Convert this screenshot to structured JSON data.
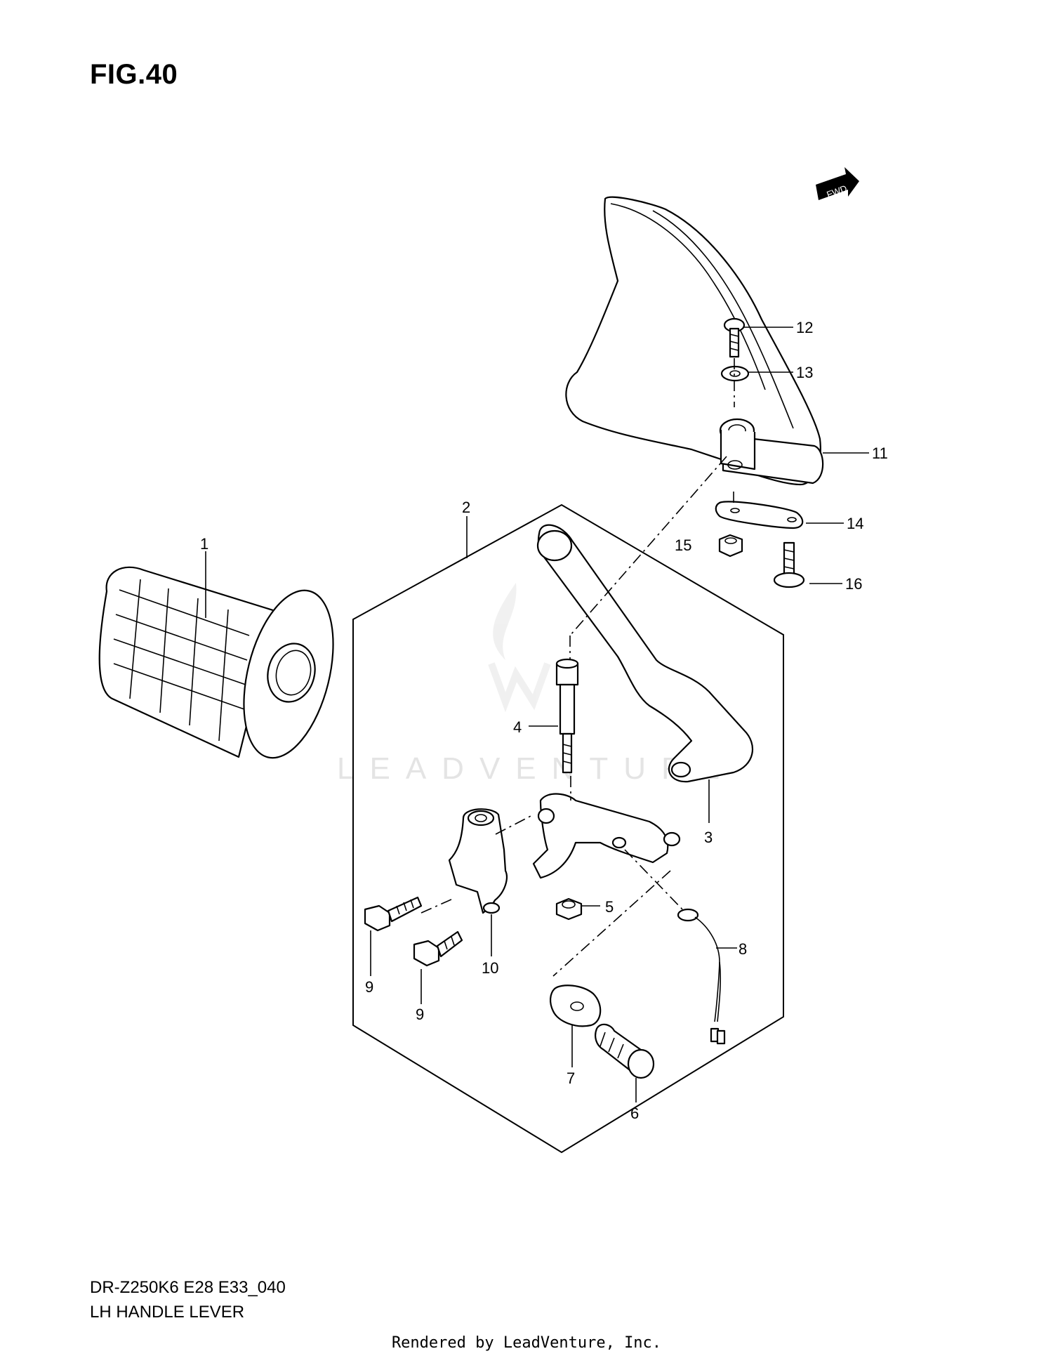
{
  "figure": {
    "title": "FIG.40"
  },
  "fwd_arrow": {
    "label": "FWD"
  },
  "callouts": [
    {
      "id": "1",
      "text": "1"
    },
    {
      "id": "2",
      "text": "2"
    },
    {
      "id": "3",
      "text": "3"
    },
    {
      "id": "4",
      "text": "4"
    },
    {
      "id": "5",
      "text": "5"
    },
    {
      "id": "6",
      "text": "6"
    },
    {
      "id": "7",
      "text": "7"
    },
    {
      "id": "8",
      "text": "8"
    },
    {
      "id": "9a",
      "text": "9"
    },
    {
      "id": "9b",
      "text": "9"
    },
    {
      "id": "10",
      "text": "10"
    },
    {
      "id": "11",
      "text": "11"
    },
    {
      "id": "12",
      "text": "12"
    },
    {
      "id": "13",
      "text": "13"
    },
    {
      "id": "14",
      "text": "14"
    },
    {
      "id": "15",
      "text": "15"
    },
    {
      "id": "16",
      "text": "16"
    }
  ],
  "footer": {
    "model_code": "DR-Z250K6 E28 E33_040",
    "part_group": "LH HANDLE LEVER",
    "rendered_by": "Rendered by LeadVenture, Inc."
  },
  "watermark": {
    "text": "LEADVENTURE"
  },
  "colors": {
    "line": "#000000",
    "background": "#ffffff",
    "watermark": "#e4e4e4"
  }
}
